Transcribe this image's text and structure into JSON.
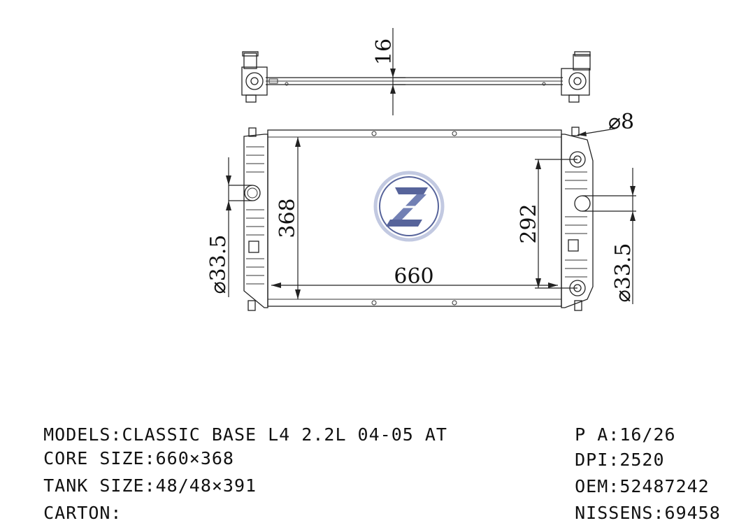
{
  "dimensions": {
    "top_thickness": "16",
    "pipe_diameter": "⌀8",
    "height": "368",
    "width": "660",
    "right_height": "292",
    "left_inlet": "⌀33.5",
    "right_inlet": "⌀33.5"
  },
  "specs_left": [
    {
      "label": "MODELS:",
      "value": "CLASSIC BASE L4 2.2L 04-05 AT"
    },
    {
      "label": "CORE SIZE:",
      "value": "660×368"
    },
    {
      "label": "TANK SIZE:",
      "value": "48/48×391"
    },
    {
      "label": "CARTON:",
      "value": ""
    }
  ],
  "specs_right": [
    {
      "label": "P A:",
      "value": "16/26"
    },
    {
      "label": "DPI:",
      "value": "2520"
    },
    {
      "label": "OEM:",
      "value": "52487242"
    },
    {
      "label": "NISSENS:",
      "value": "69458"
    }
  ],
  "colors": {
    "line": "#222222",
    "logo": "#3a4a8a",
    "logo_light": "#b8c0dc"
  }
}
